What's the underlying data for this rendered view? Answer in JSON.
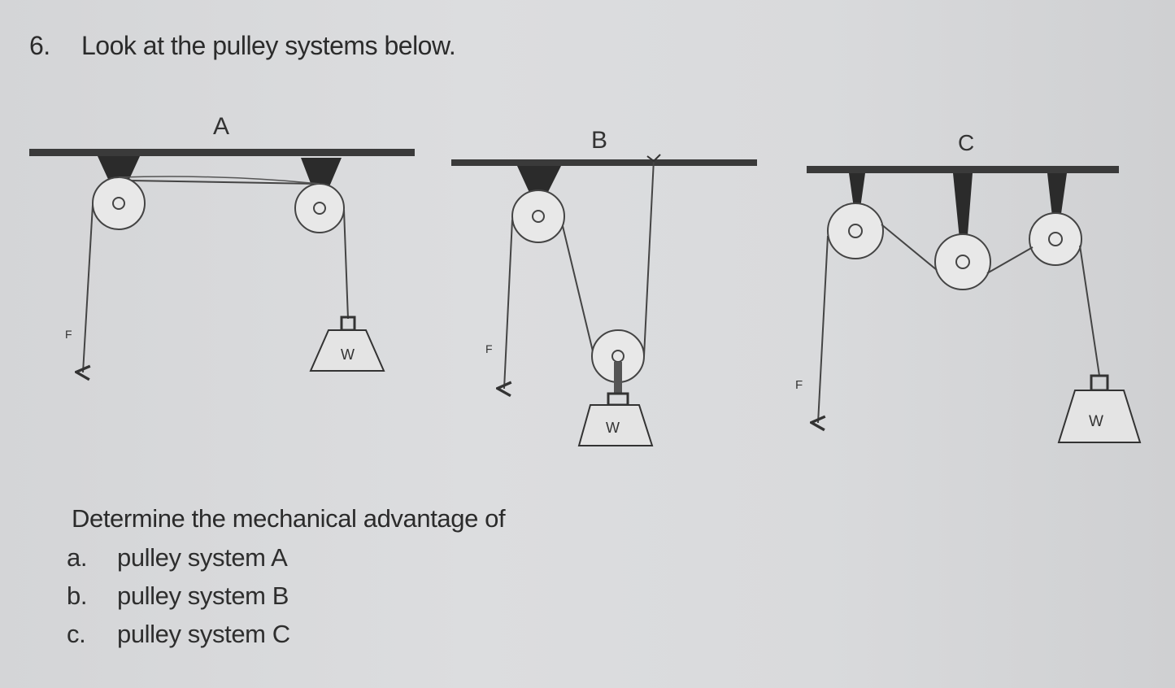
{
  "question": {
    "number": "6.",
    "text": "Look at the pulley systems below."
  },
  "diagram": {
    "systems": [
      {
        "label": "A",
        "force_label": "F",
        "weight_label": "W"
      },
      {
        "label": "B",
        "force_label": "F",
        "weight_label": "W"
      },
      {
        "label": "C",
        "force_label": "F",
        "weight_label": "W"
      }
    ]
  },
  "prompt": "Determine the mechanical advantage of",
  "options": [
    {
      "letter": "a.",
      "text": "pulley system A"
    },
    {
      "letter": "b.",
      "text": "pulley system B"
    },
    {
      "letter": "c.",
      "text": "pulley system C"
    }
  ]
}
